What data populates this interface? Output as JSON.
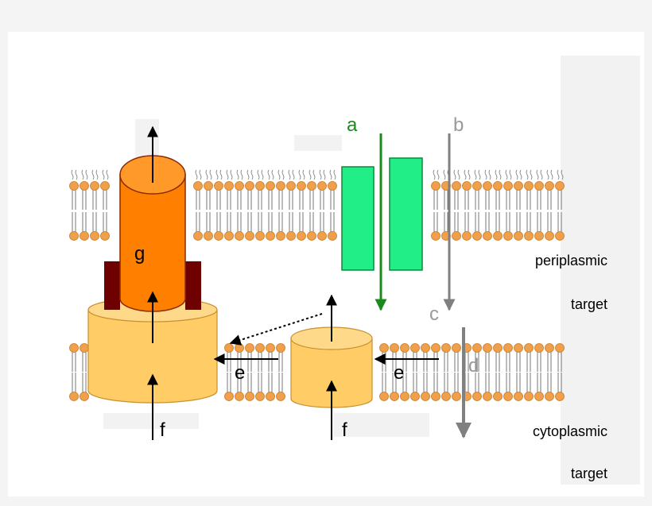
{
  "labels": {
    "a": "a",
    "b": "b",
    "c": "c",
    "d": "d",
    "e_left": "e",
    "e_right": "e",
    "f_left": "f",
    "f_right": "f",
    "g": "g",
    "periplasmic": "periplasmic",
    "target_top": "target",
    "cytoplasmic": "cytoplasmic",
    "target_bottom": "target"
  },
  "colors": {
    "background": "#f4f4f4",
    "panel": "#ffffff",
    "lipid_head": "#f0a04a",
    "lipid_head_stroke": "#c87a2a",
    "lipid_tail": "#777777",
    "channel_green": "#22ee88",
    "channel_green_stroke": "#0a8a3a",
    "arrow_green": "#1a8a1a",
    "arrow_gray": "#808080",
    "cylinder_orange": "#ff7f00",
    "cylinder_orange_top": "#ff9a2a",
    "cylinder_stroke": "#8a2a00",
    "dark_red": "#6e0000",
    "base_cylinder": "#ffcc66",
    "base_cylinder_top": "#ffd98a",
    "base_stroke": "#c89030",
    "text_gray": "#999999",
    "text_green": "#1a8a1a",
    "text_black": "#000000"
  }
}
